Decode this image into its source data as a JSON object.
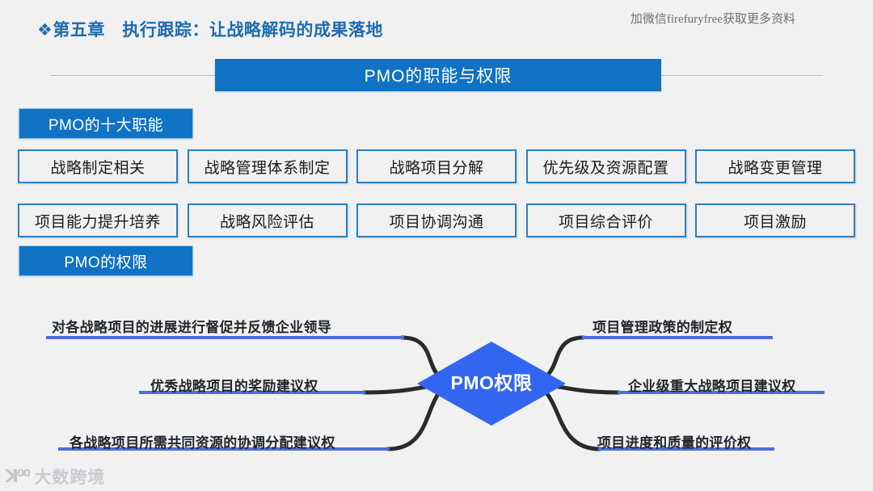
{
  "header": {
    "bullet_icon": "diamond-bullet-icon",
    "chapter": "❖第五章　执行跟踪：让战略解码的成果落地",
    "watermark_top_right": "加微信firefuryfree获取更多资料"
  },
  "title": {
    "banner": "PMO的职能与权限"
  },
  "sections": {
    "functions_tag": "PMO的十大职能",
    "authority_tag": "PMO的权限"
  },
  "functions": {
    "row1": [
      "战略制定相关",
      "战略管理体系制定",
      "战略项目分解",
      "优先级及资源配置",
      "战略变更管理"
    ],
    "row2": [
      "项目能力提升培养",
      "战略风险评估",
      "项目协调沟通",
      "项目综合评价",
      "项目激励"
    ]
  },
  "mindmap": {
    "center": "PMO权限",
    "left": [
      "对各战略项目的进展进行督促并反馈企业领导",
      "优秀战略项目的奖励建议权",
      "各战略项目所需共同资源的协调分配建议权"
    ],
    "right": [
      "项目管理政策的制定权",
      "企业级重大战略项目建议权",
      "项目进度和质量的评价权"
    ]
  },
  "footer": {
    "logo_mark": "big-data-cross-border-logo-icon",
    "logo_text": "大数跨境"
  },
  "colors": {
    "background": "#f1f1f1",
    "brand_blue": "#1072c4",
    "box_border": "#2e7fc2",
    "header_text": "#1d6bb0",
    "diamond_blue": "#3366f0",
    "underline_blue": "#4a6fe0",
    "connector_dark": "#2a2a2a"
  }
}
